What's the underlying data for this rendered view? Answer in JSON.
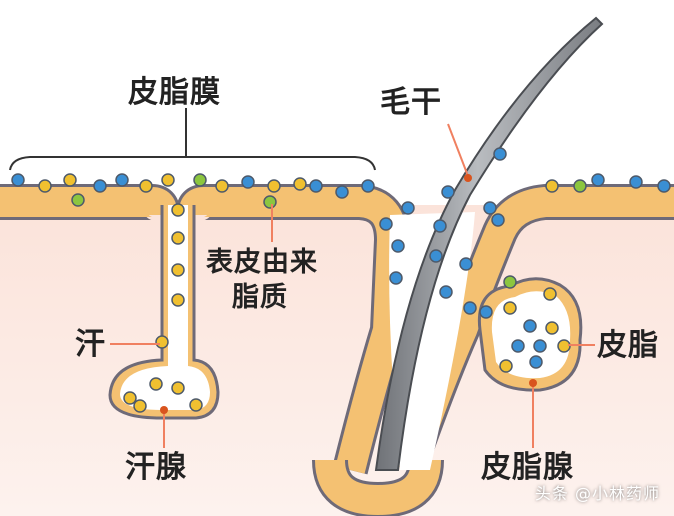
{
  "labels": {
    "sebum_film": "皮脂膜",
    "hair_shaft": "毛干",
    "epidermal_lipid_line1": "表皮由来",
    "epidermal_lipid_line2": "脂质",
    "sweat": "汗",
    "sweat_gland": "汗腺",
    "sebum": "皮脂",
    "sebaceous_gland": "皮脂腺"
  },
  "watermark": "头条 @小林药师",
  "colors": {
    "skin_layer": "#f4c172",
    "skin_edge": "#6e6a78",
    "dermis": "#fbe6e0",
    "lumen": "#ffffff",
    "hair": "#8e9196",
    "particle_yellow": "#f0c030",
    "particle_blue": "#3a8fd4",
    "particle_green": "#8cc63f",
    "pointer_red": "#d9541e",
    "pointer_line": "#f08060"
  }
}
